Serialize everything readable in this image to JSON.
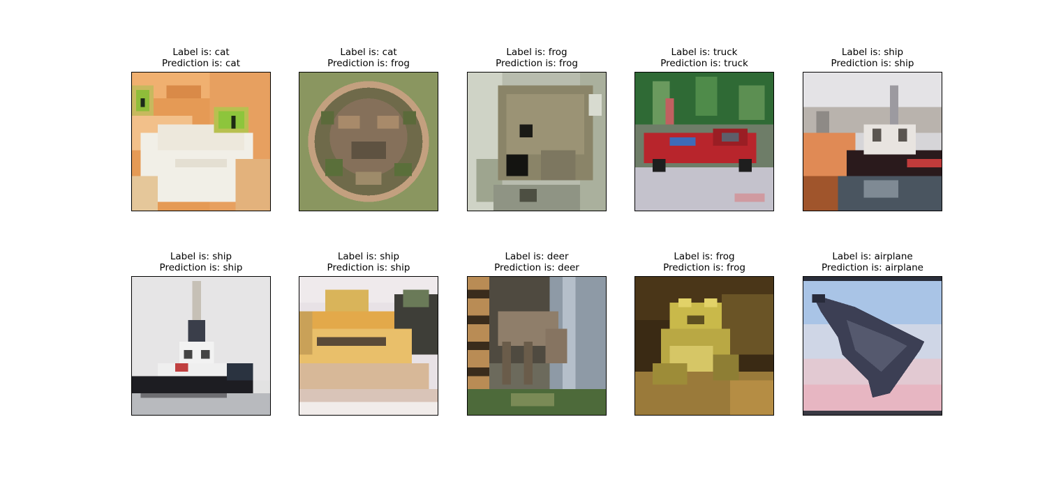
{
  "panels": [
    {
      "label_line": "Label is: cat",
      "prediction_line": " Prediction is: cat",
      "image_icon": "cat-photo"
    },
    {
      "label_line": "Label is: cat",
      "prediction_line": " Prediction is: frog",
      "image_icon": "cat-photo"
    },
    {
      "label_line": "Label is: frog",
      "prediction_line": " Prediction is: frog",
      "image_icon": "frog-photo"
    },
    {
      "label_line": "Label is: truck",
      "prediction_line": " Prediction is: truck",
      "image_icon": "truck-photo"
    },
    {
      "label_line": "Label is: ship",
      "prediction_line": " Prediction is: ship",
      "image_icon": "ship-photo"
    },
    {
      "label_line": "Label is: ship",
      "prediction_line": " Prediction is: ship",
      "image_icon": "ship-photo"
    },
    {
      "label_line": "Label is: ship",
      "prediction_line": " Prediction is: ship",
      "image_icon": "ship-photo"
    },
    {
      "label_line": "Label is: deer",
      "prediction_line": " Prediction is: deer",
      "image_icon": "deer-photo"
    },
    {
      "label_line": "Label is: frog",
      "prediction_line": " Prediction is: frog",
      "image_icon": "frog-photo"
    },
    {
      "label_line": "Label is: airplane",
      "prediction_line": " Prediction is: airplane",
      "image_icon": "airplane-photo"
    }
  ]
}
